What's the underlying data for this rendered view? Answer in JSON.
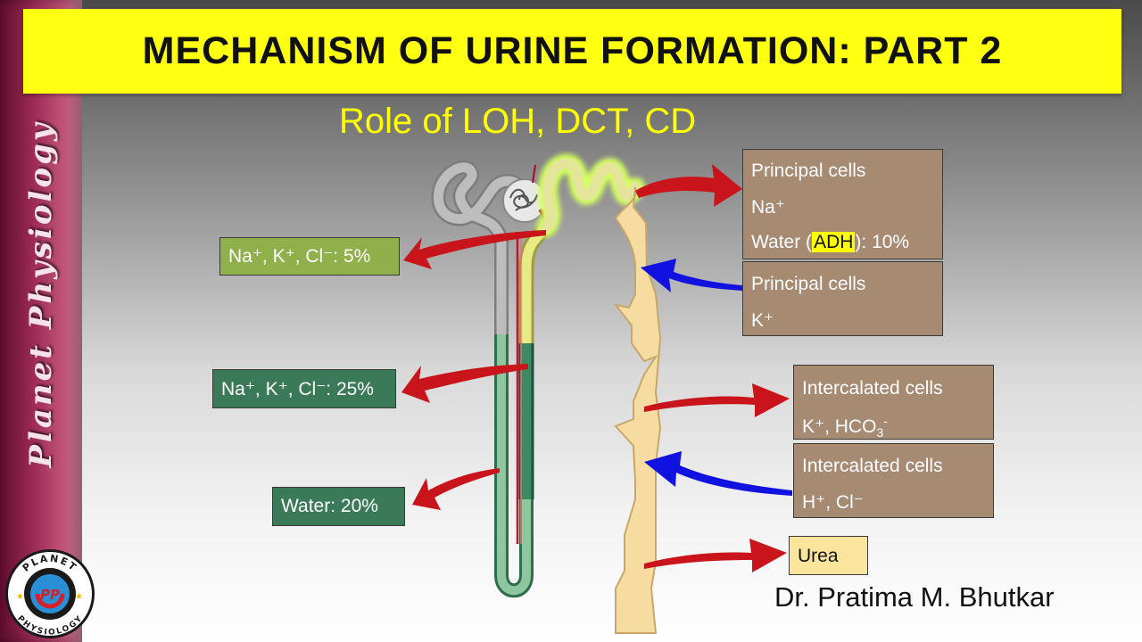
{
  "title": "MECHANISM OF URINE FORMATION: PART 2",
  "subtitle": "Role of LOH, DCT, CD",
  "sidebar": {
    "text": "Planet Physiology"
  },
  "author": "Dr. Pratima M. Bhutkar",
  "logo": {
    "top_text": "PLANET",
    "bottom_text": "PHYSIOLOGY",
    "center_text": "PP"
  },
  "left_labels": {
    "thick_ascending": "Na⁺, K⁺, Cl⁻: 5%",
    "thin_ascending": "Na⁺, K⁺, Cl⁻: 25%",
    "descending": "Water: 20%"
  },
  "right_boxes": {
    "principal_1": {
      "line1": "Principal cells",
      "line2": "Na⁺",
      "water_prefix": "Water (",
      "adh": "ADH",
      "water_suffix": "): 10%"
    },
    "principal_2": {
      "line1": "Principal cells",
      "line2": "K⁺"
    },
    "intercalated_1": {
      "line1": "Intercalated cells",
      "line2_prefix": "K⁺, HCO",
      "line2_sub": "3",
      "line2_sup": "-"
    },
    "intercalated_2": {
      "line1": "Intercalated cells",
      "line2": "H⁺, Cl⁻"
    },
    "urea": "Urea"
  },
  "colors": {
    "title_bg": "#ffff12",
    "subtitle": "#ffff00",
    "sidebar": "#9c2a55",
    "arrow_red": "#c8141a",
    "arrow_blue": "#1212e0",
    "box_light_green": "#8fb04a",
    "box_dark_green": "#3b7a58",
    "box_brown": "#a68a72",
    "box_cream": "#fbe59c",
    "duct": "#f6dca0"
  }
}
